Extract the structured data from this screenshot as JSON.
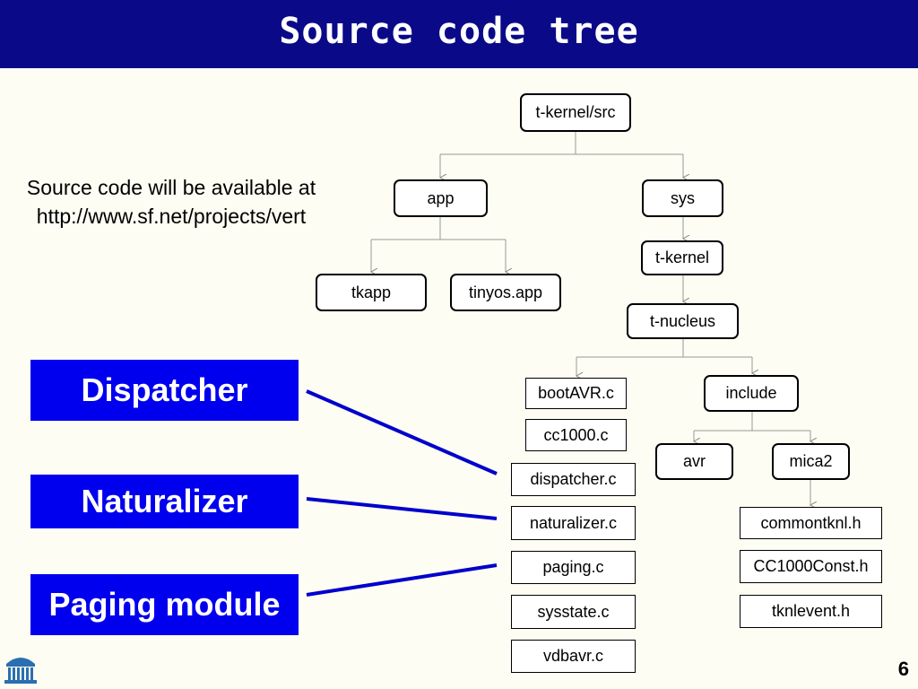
{
  "slide": {
    "title": "Source code tree",
    "note_line1": "Source code will be available at",
    "note_line2": "http://www.sf.net/projects/vert",
    "page_number": "6"
  },
  "colors": {
    "title_bar": "#0a0a88",
    "label_box": "#0000ee",
    "label_line": "#0000cc",
    "background": "#fdfdf3"
  },
  "tree": {
    "root": "t-kernel/src",
    "app": "app",
    "sys": "sys",
    "tkapp": "tkapp",
    "tinyos_app": "tinyos.app",
    "t_kernel": "t-kernel",
    "t_nucleus": "t-nucleus",
    "include": "include",
    "avr": "avr",
    "mica2": "mica2",
    "files_nucleus": [
      "bootAVR.c",
      "cc1000.c",
      "dispatcher.c",
      "naturalizer.c",
      "paging.c",
      "sysstate.c",
      "vdbavr.c"
    ],
    "files_mica2": [
      "commontknl.h",
      "CC1000Const.h",
      "tknlevent.h"
    ]
  },
  "modules": [
    "Dispatcher",
    "Naturalizer",
    "Paging module"
  ]
}
